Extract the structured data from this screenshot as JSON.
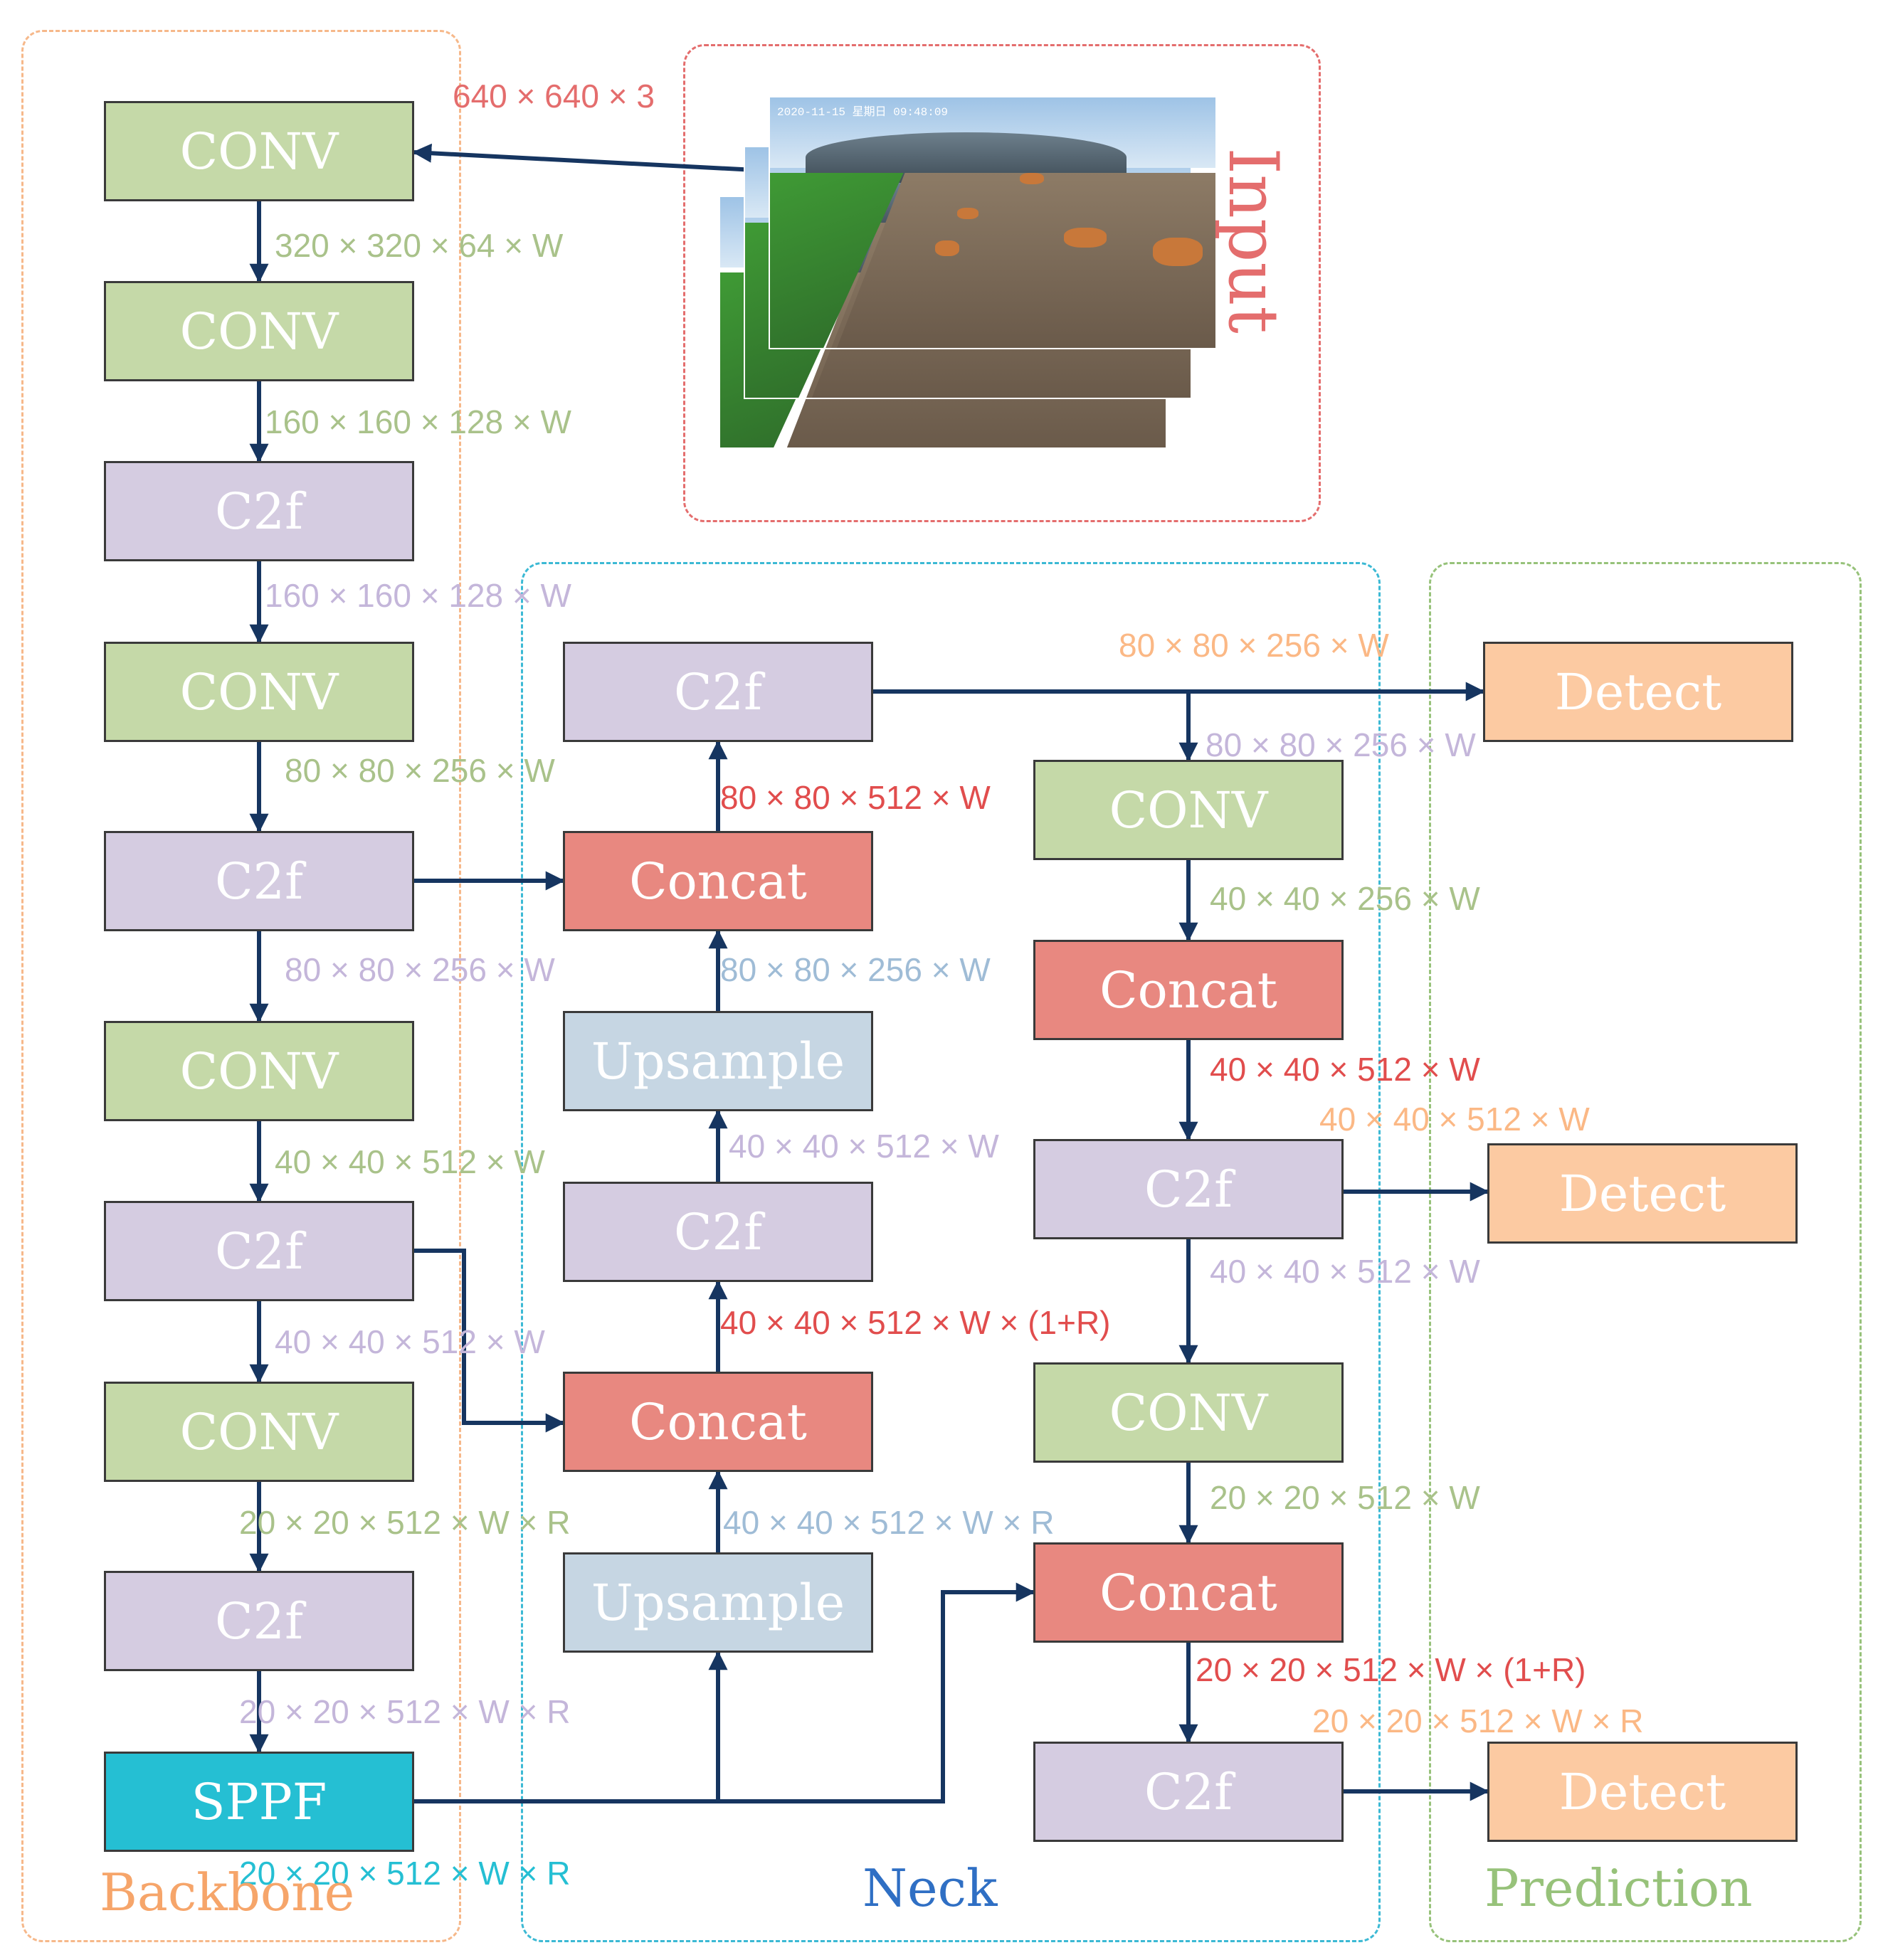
{
  "regions": {
    "backbone": "Backbone",
    "input": "Input",
    "neck": "Neck",
    "prediction": "Prediction"
  },
  "input_image": {
    "stamp": "2020-11-15 星期日 09:48:09"
  },
  "blocks": {
    "backbone": [
      "CONV",
      "CONV",
      "C2f",
      "CONV",
      "C2f",
      "CONV",
      "C2f",
      "CONV",
      "C2f",
      "SPPF"
    ],
    "neck_left": [
      "C2f",
      "Concat",
      "Upsample",
      "C2f",
      "Concat",
      "Upsample"
    ],
    "neck_right": [
      "CONV",
      "Concat",
      "C2f",
      "CONV",
      "Concat",
      "C2f"
    ],
    "prediction": [
      "Detect",
      "Detect",
      "Detect"
    ]
  },
  "dims": {
    "input": "640 × 640 × 3",
    "b1": "320 × 320 × 64 × W",
    "b2": "160 × 160 × 128 × W",
    "b3": "160 × 160 × 128 × W",
    "b4": "80 × 80 × 256 × W",
    "b5": "80 × 80 × 256 × W",
    "b6": "40 × 40 × 512 × W",
    "b7": "40 × 40 × 512 × W",
    "b8": "20 × 20 × 512 × W × R",
    "b9": "20 × 20 × 512 × W × R",
    "sppf": "20 × 20 × 512 × W × R",
    "n_concat1_out": "80 × 80 × 512 × W",
    "n_up1_out": "80 × 80 × 256 × W",
    "n_c2f2_out": "40 × 40 × 512 × W",
    "n_concat2_out": "40 × 40 × 512 × W × (1+R)",
    "n_up2_out": "40 × 40 × 512 × W × R",
    "p1_top": "80 × 80 × 256 × W",
    "r_in": "80 × 80 × 256 × W",
    "r_conv1_out": "40 × 40 × 256 × W",
    "r_concat1_out": "40 × 40 × 512 × W",
    "p2_top": "40 × 40 × 512 × W",
    "r_c2f1_out": "40 × 40 × 512 × W",
    "r_conv2_out": "20 × 20 × 512 × W",
    "r_concat2_out": "20 × 20 × 512 × W × (1+R)",
    "p3_top": "20 × 20 × 512 × W × R"
  },
  "colors": {
    "conv": "#c5d9a8",
    "c2f": "#d5cce1",
    "concat": "#e88880",
    "upsample": "#c6d6e3",
    "sppf": "#25bfd3",
    "detect": "#fccaa2",
    "wire": "#163560",
    "backbone_border": "#f6b88a",
    "input_border": "#e46d6d",
    "neck_border": "#3cb9d4",
    "prediction_border": "#97c27a"
  }
}
